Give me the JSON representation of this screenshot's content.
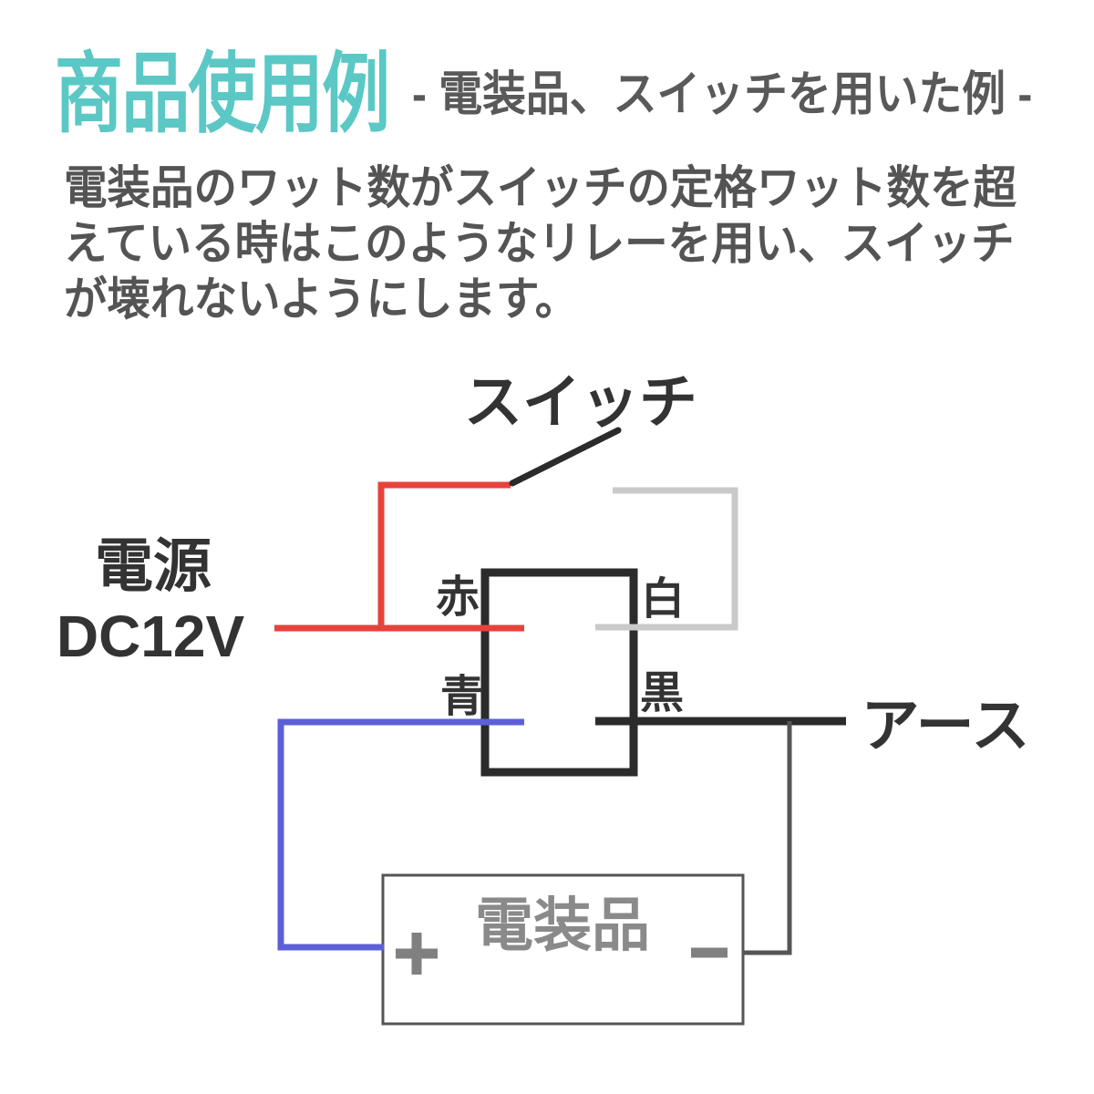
{
  "page": {
    "background": "#ffffff"
  },
  "header": {
    "title": "商品使用例",
    "title_color": "#5bc8c5",
    "subtitle": "- 電装品、スイッチを用いた例 -",
    "subtitle_color": "#595959"
  },
  "description": {
    "text_color": "#545454",
    "lines": [
      "電装品のワット数がスイッチの定格ワット数を超",
      "えている時はこのようなリレーを用い、スイッチ",
      "が壊れないようにします。"
    ]
  },
  "diagram": {
    "labels": {
      "switch": "スイッチ",
      "power_line1": "電源",
      "power_line2": "DC12V",
      "ground": "アース",
      "device": "電装品",
      "wire_red": "赤",
      "wire_blue": "青",
      "wire_white": "白",
      "wire_black": "黒",
      "plus_terminal": "+",
      "minus_terminal": "−"
    },
    "colors": {
      "red_wire": "#e8423c",
      "blue_wire": "#5c60d8",
      "white_wire": "#c9c9c9",
      "black_wire": "#2b2b2b",
      "ground_wire": "#555555",
      "relay_box_stroke": "#2b2b2b",
      "device_box_stroke": "#555555",
      "wire_label_text": "#333333",
      "main_label_text": "#333333",
      "device_text": "#8a8a8a",
      "terminal_symbol": "#808080"
    }
  }
}
